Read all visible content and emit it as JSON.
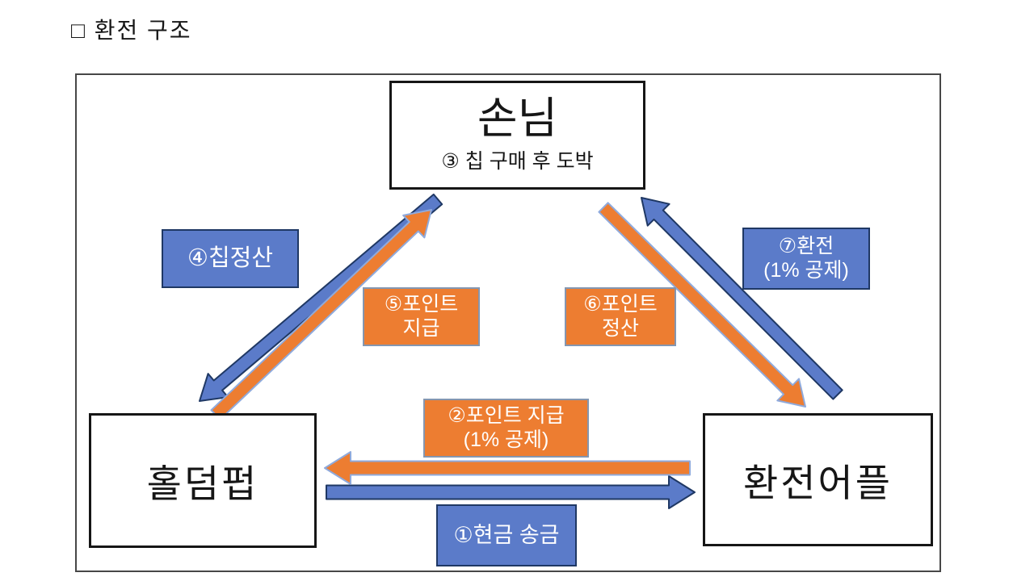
{
  "page": {
    "title": "□ 환전 구조"
  },
  "diagram": {
    "nodes": {
      "customer": {
        "label": "손님",
        "sublabel": "③ 칩 구매 후 도박"
      },
      "holdem_pub": {
        "label": "홀덤펍"
      },
      "exchange_app": {
        "label": "환전어플"
      }
    },
    "labels": {
      "chip_settlement": {
        "text": "④칩정산"
      },
      "point_payment_pub": {
        "line1": "⑤포인트",
        "line2": "지급"
      },
      "point_settlement": {
        "line1": "⑥포인트",
        "line2": "정산"
      },
      "exchange": {
        "line1": "⑦환전",
        "line2": "(1% 공제)"
      },
      "point_payment_app": {
        "line1": "②포인트 지급",
        "line2": "(1% 공제)"
      },
      "cash_transfer": {
        "text": "①현금 송금"
      }
    },
    "edges": [
      {
        "name": "cash_transfer",
        "from": "holdem_pub",
        "to": "exchange_app",
        "color": "blue"
      },
      {
        "name": "point_payment_app",
        "from": "exchange_app",
        "to": "holdem_pub",
        "color": "orange"
      },
      {
        "name": "chip_settlement",
        "from": "customer",
        "to": "holdem_pub",
        "color": "blue"
      },
      {
        "name": "point_payment_pub",
        "from": "holdem_pub",
        "to": "customer",
        "color": "orange"
      },
      {
        "name": "point_settlement",
        "from": "customer",
        "to": "exchange_app",
        "color": "orange"
      },
      {
        "name": "exchange",
        "from": "exchange_app",
        "to": "customer",
        "color": "blue"
      }
    ],
    "colors": {
      "blue": "#5b7bc9",
      "blue_outline": "#1f3864",
      "orange": "#ed7d31",
      "orange_outline": "#8faadc",
      "orange_box_outline": "#8496b0"
    }
  }
}
